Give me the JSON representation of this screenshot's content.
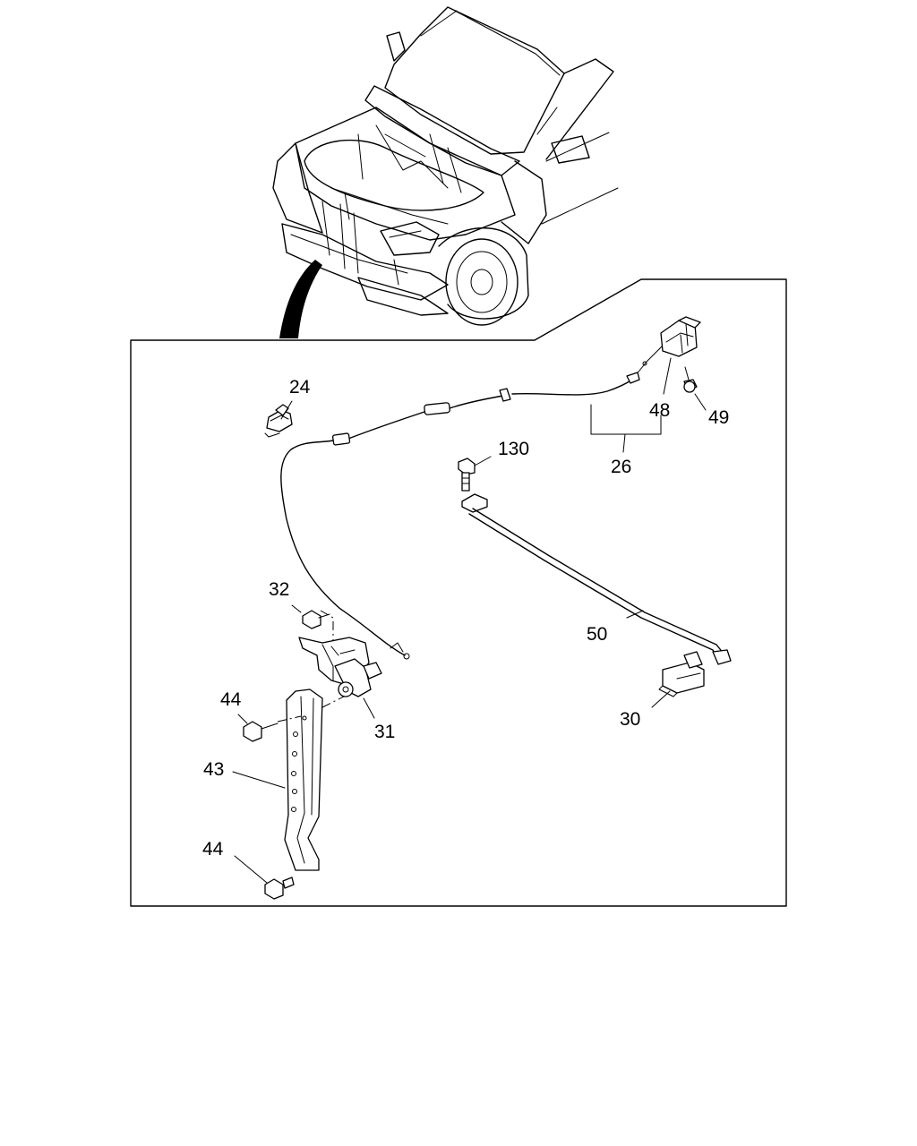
{
  "diagram": {
    "callouts": [
      {
        "id": "c24",
        "text": "24"
      },
      {
        "id": "c26",
        "text": "26"
      },
      {
        "id": "c48",
        "text": "48"
      },
      {
        "id": "c49",
        "text": "49"
      },
      {
        "id": "c130",
        "text": "130"
      },
      {
        "id": "c32",
        "text": "32"
      },
      {
        "id": "c50",
        "text": "50"
      },
      {
        "id": "c44a",
        "text": "44"
      },
      {
        "id": "c31",
        "text": "31"
      },
      {
        "id": "c43",
        "text": "43"
      },
      {
        "id": "c30",
        "text": "30"
      },
      {
        "id": "c44b",
        "text": "44"
      }
    ]
  }
}
